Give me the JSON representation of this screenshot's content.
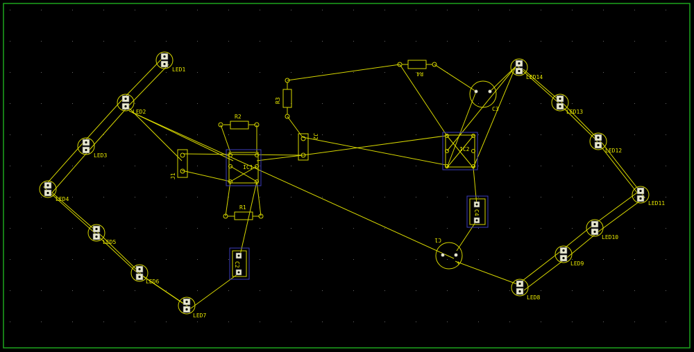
{
  "components": {
    "led1": "LED1",
    "led2": "LED2",
    "led3": "LED3",
    "led4": "LED4",
    "led5": "LED5",
    "led6": "LED6",
    "led7": "LED7",
    "led8": "LED8",
    "led9": "LED9",
    "led10": "LED10",
    "led11": "LED11",
    "led12": "LED12",
    "led13": "LED13",
    "led14": "LED14",
    "r1": "R1",
    "r2": "R2",
    "r3": "R3",
    "r4": "R4",
    "ic1": "IC1",
    "ic2": "IC2",
    "c1": "C1",
    "c3": "C3",
    "c4": "C4",
    "c2": "C2",
    "j1": "J1",
    "j2": "J2",
    "c1_plus": "+"
  },
  "colors": {
    "background": "#000000",
    "board_outline": "#1ea51e",
    "copper": "#d8d800",
    "component_outline": "#3d3dbb"
  }
}
